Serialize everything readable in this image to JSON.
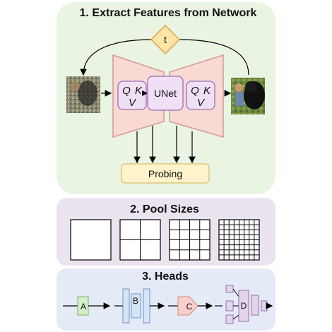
{
  "section1": {
    "title": "1. Extract Features from Network",
    "timestep_label": "t",
    "unet_label": "UNet",
    "attention_labels": {
      "q": "Q",
      "k": "K",
      "v": "V"
    },
    "probing_label": "Probing",
    "images": [
      "noisy-dog-image",
      "clean-dog-image"
    ]
  },
  "section2": {
    "title": "2. Pool Sizes",
    "grids": [
      1,
      2,
      4,
      8
    ]
  },
  "section3": {
    "title": "3. Heads",
    "heads": [
      "A",
      "B",
      "C",
      "D"
    ]
  },
  "colors": {
    "section1_bg": "#e9f4e3",
    "section2_bg": "#ebe4ef",
    "section3_bg": "#e4ebf6",
    "diamond_fill": "#ffe4a8",
    "diamond_stroke": "#d9a441",
    "unet_fill": "#f9d9d4",
    "unet_stroke": "#d59a92",
    "box_fill": "#f0e0f5",
    "box_stroke": "#9a6eb2",
    "probing_fill": "#fff3cc",
    "probing_stroke": "#d8c070",
    "head_a_fill": "#d5ecc8",
    "head_b_fill": "#d6e4f7",
    "head_c_fill": "#f7cfc9",
    "head_d_fill": "#e3d4ec"
  }
}
